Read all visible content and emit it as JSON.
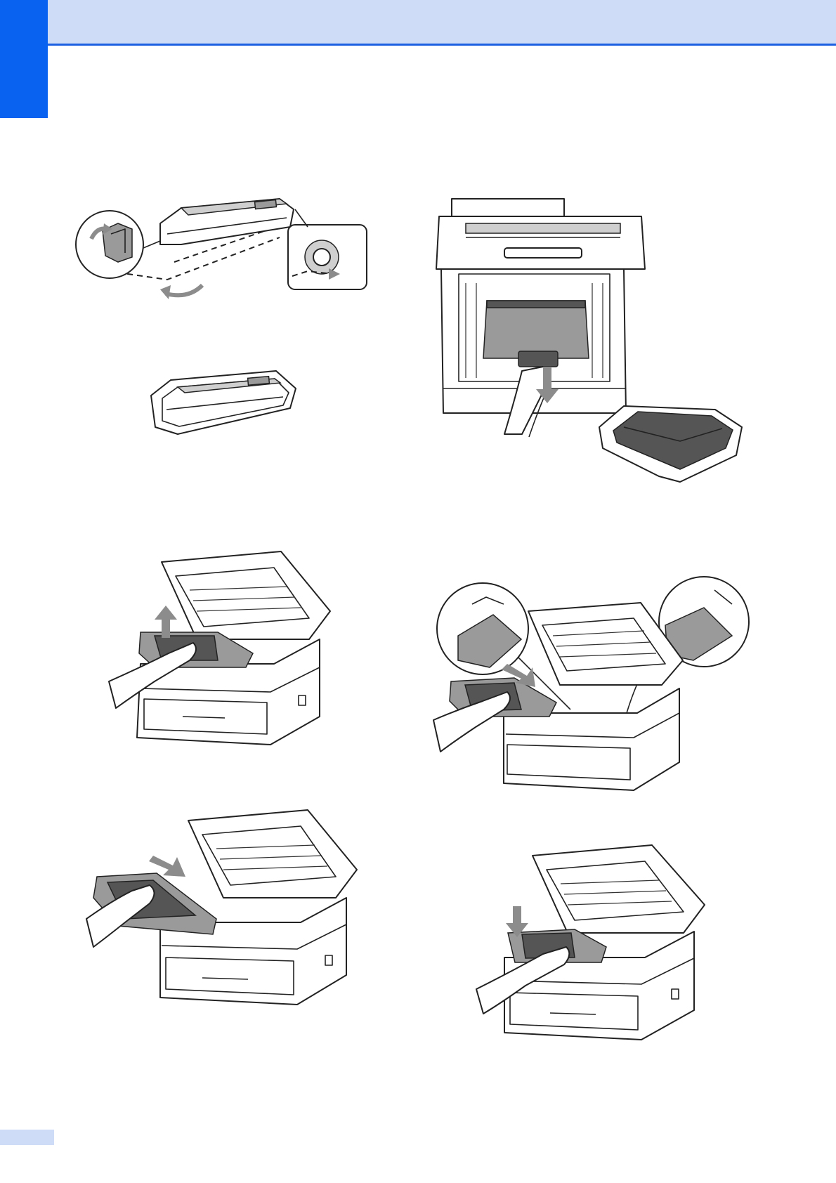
{
  "figures": [
    {
      "id": "toner-remove",
      "icon": "toner-cartridge-icon"
    },
    {
      "id": "toner-bagged",
      "icon": "toner-in-bag-icon"
    },
    {
      "id": "belt-remove",
      "icon": "belt-unit-icon"
    },
    {
      "id": "drum-lift",
      "icon": "drum-unit-icon"
    },
    {
      "id": "drum-insert-guides",
      "icon": "drum-unit-icon"
    },
    {
      "id": "drum-slide",
      "icon": "drum-unit-icon"
    },
    {
      "id": "drum-push-down",
      "icon": "drum-unit-icon"
    }
  ],
  "colors": {
    "accent": "#0a63f0",
    "header": "#cfdcf8",
    "rule": "#1c5fe0"
  }
}
